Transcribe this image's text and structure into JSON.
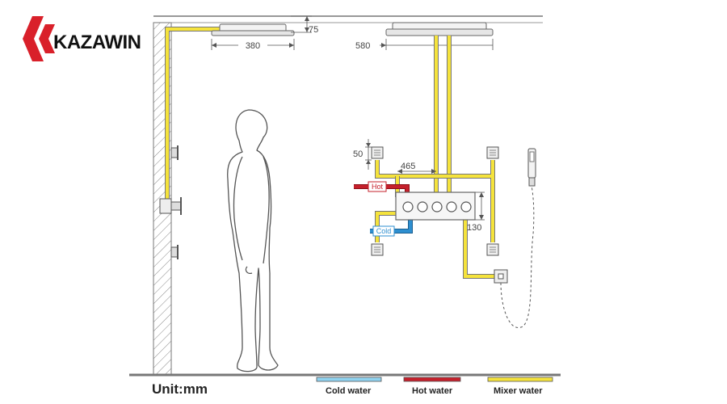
{
  "brand": {
    "name": "KAZAWIN",
    "logo_color": "#d9202a"
  },
  "dimensions": {
    "rain_head_small_height": "75",
    "rain_head_small_width": "380",
    "rain_head_large_width": "580",
    "valve_spacing_width": "465",
    "side_jet_offset": "50",
    "valve_height": "130"
  },
  "pipe_labels": {
    "hot": "Hot",
    "cold": "Cold"
  },
  "unit_label": "Unit:mm",
  "legend": [
    {
      "label": "Cold water",
      "color": "#8fd3f0"
    },
    {
      "label": "Hot water",
      "color": "#c5202b"
    },
    {
      "label": "Mixer water",
      "color": "#f5e33c"
    }
  ],
  "colors": {
    "hot": "#c5202b",
    "cold": "#2e8fd0",
    "mixer": "#f5e33c",
    "line": "#555555"
  }
}
